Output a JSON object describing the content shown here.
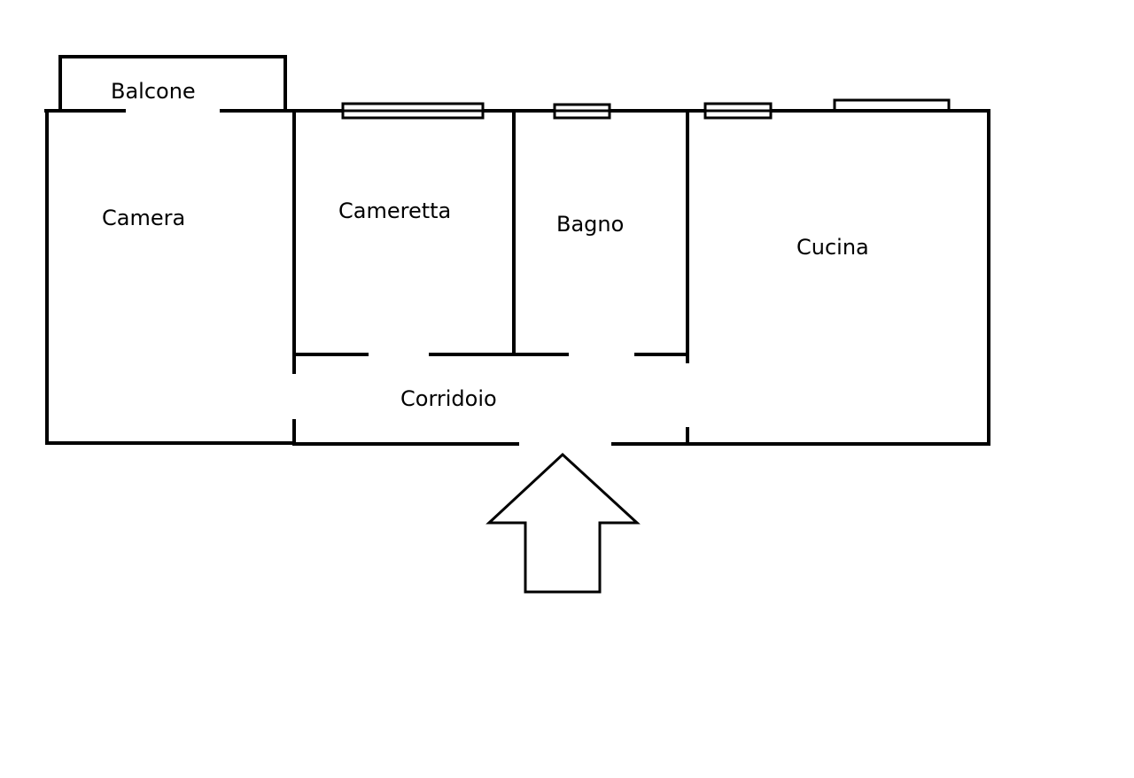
{
  "rooms": {
    "balcone": "Balcone",
    "camera": "Camera",
    "cameretta": "Cameretta",
    "bagno": "Bagno",
    "cucina": "Cucina",
    "corridoio": "Corridoio"
  },
  "colors": {
    "wall": "#000000",
    "background": "#ffffff"
  },
  "icons": {
    "entrance": "entrance-arrow-icon"
  }
}
